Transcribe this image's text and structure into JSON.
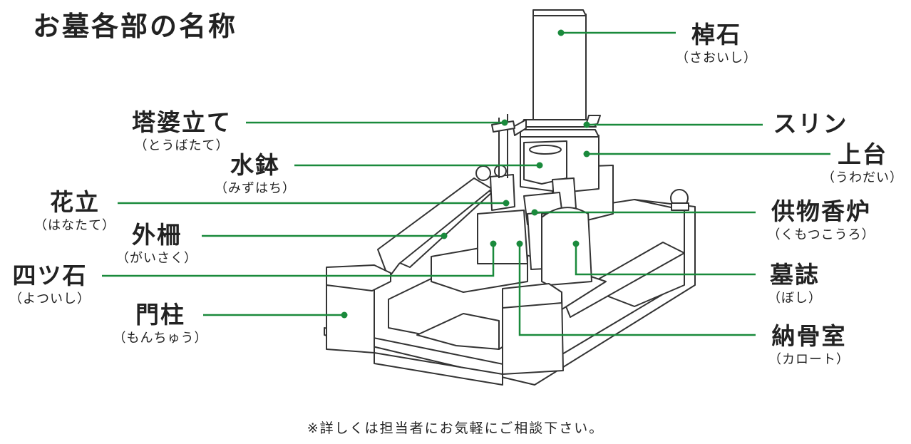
{
  "title": "お墓各部の名称",
  "note": "※詳しくは担当者にお気軽にご相談下さい。",
  "colors": {
    "leader": "#1a8a3c",
    "outline": "#333333"
  },
  "labels": {
    "saoishi": {
      "main": "棹石",
      "sub": "（さおいし）"
    },
    "surin": {
      "main": "スリン"
    },
    "uwadai": {
      "main": "上台",
      "sub": "（うわだい）"
    },
    "kumotsu": {
      "main": "供物香炉",
      "sub": "（くもつこうろ）"
    },
    "boshi": {
      "main": "墓誌",
      "sub": "（ぼし）"
    },
    "karoto": {
      "main": "納骨室",
      "sub": "（カロート）"
    },
    "toba": {
      "main": "塔婆立て",
      "sub": "（とうばたて）"
    },
    "mizubachi": {
      "main": "水鉢",
      "sub": "（みずはち）"
    },
    "hanatate": {
      "main": "花立",
      "sub": "（はなたて）"
    },
    "sotosaku": {
      "main": "外柵",
      "sub": "（がいさく）"
    },
    "yotsuishi": {
      "main": "四ツ石",
      "sub": "（よついし）"
    },
    "monchu": {
      "main": "門柱",
      "sub": "（もんちゅう）"
    }
  }
}
